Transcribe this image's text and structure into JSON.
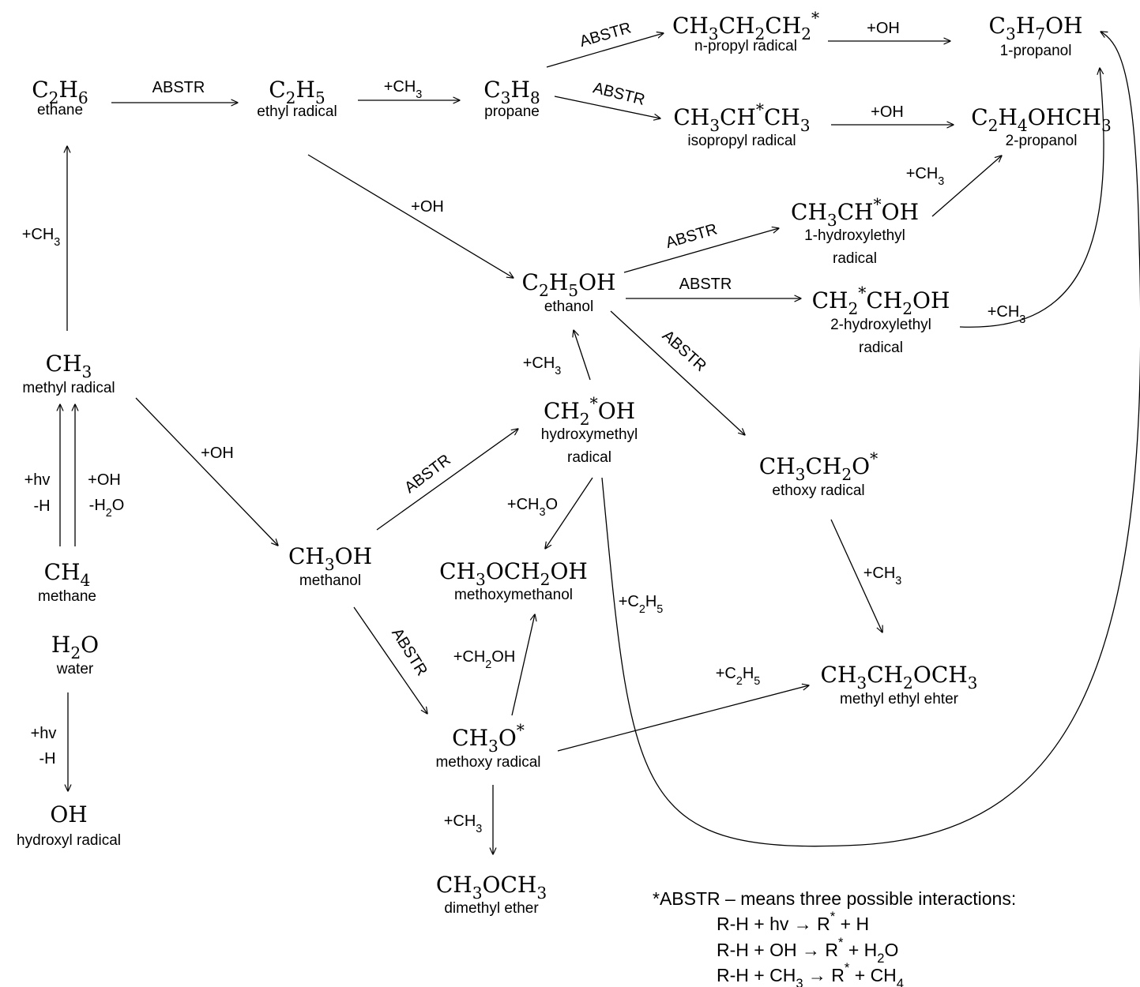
{
  "nodes": {
    "ethane": {
      "formula": "C2H6",
      "name": "ethane"
    },
    "ethyl": {
      "formula": "C2H5",
      "name": "ethyl radical"
    },
    "propane": {
      "formula": "C3H8",
      "name": "propane"
    },
    "npropyl": {
      "formula": "CH3CH2CH2*",
      "name": "n-propyl radical"
    },
    "propanol1": {
      "formula": "C3H7OH",
      "name": "1-propanol"
    },
    "isopropyl": {
      "formula": "CH3CH*CH3",
      "name": "isopropyl radical"
    },
    "propanol2": {
      "formula": "C2H4OHCH3",
      "name": "2-propanol"
    },
    "hydroxyethyl1": {
      "formula": "CH3CH*OH",
      "name1": "1-hydroxylethyl",
      "name2": "radical"
    },
    "hydroxyethyl2": {
      "formula": "CH2*CH2OH",
      "name1": "2-hydroxylethyl",
      "name2": "radical"
    },
    "ethanol": {
      "formula": "C2H5OH",
      "name": "ethanol"
    },
    "methyl": {
      "formula": "CH3",
      "name": "methyl radical"
    },
    "hydroxymethyl": {
      "formula": "CH2*OH",
      "name1": "hydroxymethyl",
      "name2": "radical"
    },
    "ethoxy": {
      "formula": "CH3CH2O*",
      "name": "ethoxy radical"
    },
    "methanol": {
      "formula": "CH3OH",
      "name": "methanol"
    },
    "methane": {
      "formula": "CH4",
      "name": "methane"
    },
    "methoxymethanol": {
      "formula": "CH3OCH2OH",
      "name": "methoxymethanol"
    },
    "water": {
      "formula": "H2O",
      "name": "water"
    },
    "methylethylether": {
      "formula": "CH3CH2OCH3",
      "name": "methyl ethyl ehter"
    },
    "methoxy": {
      "formula": "CH3O*",
      "name": "methoxy radical"
    },
    "hydroxyl": {
      "formula": "OH",
      "name": "hydroxyl radical"
    },
    "dimethylether": {
      "formula": "CH3OCH3",
      "name": "dimethyl ether"
    }
  },
  "edge_labels": {
    "ethane_ethyl": "ABSTR",
    "ethyl_propane": "+CH3",
    "propane_npropyl": "ABSTR",
    "propane_isopropyl": "ABSTR",
    "npropyl_propanol1": "+OH",
    "isopropyl_propanol2": "+OH",
    "hydroxyethyl1_propanol2": "+CH3",
    "ethyl_ethanol": "+OH",
    "ethanol_hydroxyethyl1": "ABSTR",
    "ethanol_hydroxyethyl2": "ABSTR",
    "hydroxyethyl2_propanol1": "+CH3",
    "ethanol_ethoxy": "ABSTR",
    "methyl_ethane": "+CH3",
    "hydroxymethyl_ethanol": "+CH3",
    "methyl_methanol": "+OH",
    "methanol_hydroxymethyl": "ABSTR",
    "hydroxymethyl_methoxymethanol": "+CH3O",
    "hydroxymethyl_propanol1": "+C2H5",
    "methane_methyl_a_1": "+hv",
    "methane_methyl_a_2": "-H",
    "methane_methyl_b_1": "+OH",
    "methane_methyl_b_2": "-H2O",
    "methanol_methoxy": "ABSTR",
    "methoxy_methoxymethanol": "+CH2OH",
    "methoxy_methylethylether": "+C2H5",
    "ethoxy_methylethylether": "+CH3",
    "water_hydroxyl_1": "+hv",
    "water_hydroxyl_2": "-H",
    "methoxy_dimethylether": "+CH3"
  },
  "footnote": {
    "title": "*ABSTR – means three possible interactions:",
    "lines": [
      "R-H + hv → R* + H",
      "R-H + OH → R* + H2O",
      "R-H + CH3 → R* + CH4"
    ]
  }
}
